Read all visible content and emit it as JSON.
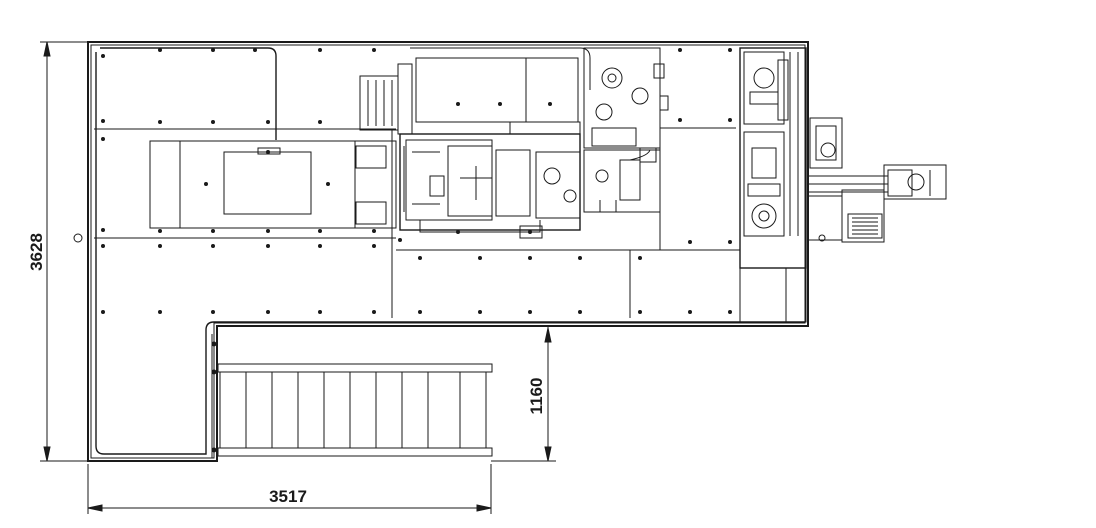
{
  "drawing": {
    "line_color": "#1a1a1a",
    "background": "#ffffff",
    "dimensions": {
      "height_overall": "3628",
      "width_overall": "3517",
      "walkway_height": "1160"
    }
  }
}
